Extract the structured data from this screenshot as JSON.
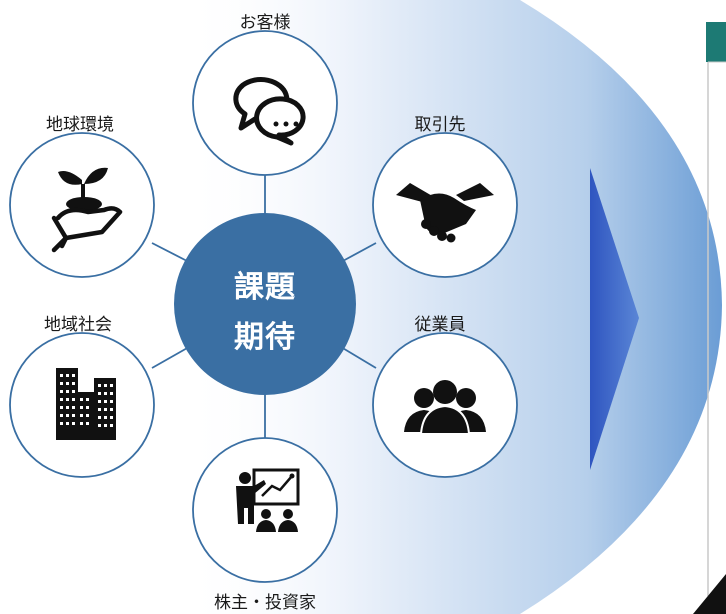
{
  "center": {
    "line1": "課題",
    "line2": "期待"
  },
  "stakeholders": [
    {
      "id": "customers",
      "label": "お客様",
      "icon": "speech-bubbles-icon"
    },
    {
      "id": "suppliers",
      "label": "取引先",
      "icon": "handshake-icon"
    },
    {
      "id": "employees",
      "label": "従業員",
      "icon": "people-group-icon"
    },
    {
      "id": "shareholders",
      "label": "株主・投資家",
      "icon": "presentation-chart-icon"
    },
    {
      "id": "community",
      "label": "地域社会",
      "icon": "buildings-icon"
    },
    {
      "id": "environment",
      "label": "地球環境",
      "icon": "plant-in-hand-icon"
    }
  ],
  "colors": {
    "center_fill": "#3a6fa3",
    "node_stroke": "#3a6fa3",
    "arc_light": "#ecf2fa",
    "arc_dark": "#6f9fd6",
    "arrow": "#4a72cc",
    "panel_header": "#1d7a74"
  }
}
